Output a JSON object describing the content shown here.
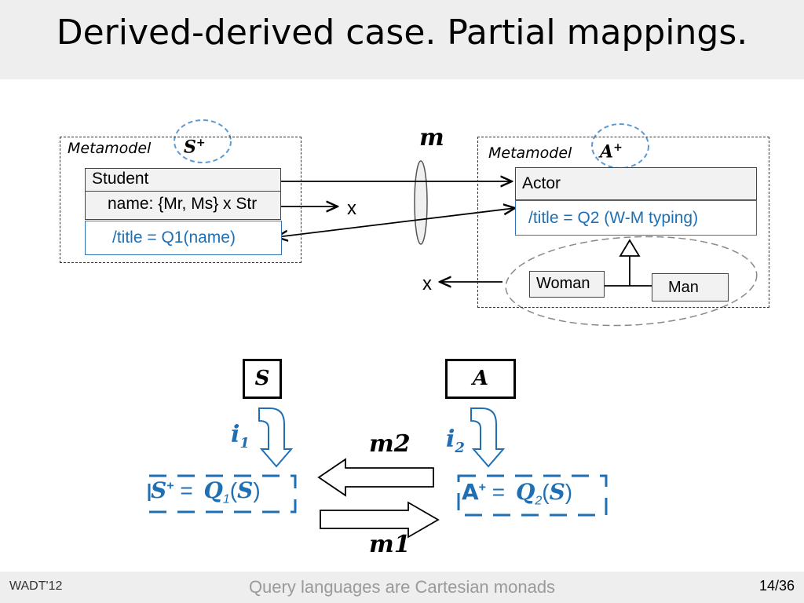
{
  "title": "Derived-derived case. Partial mappings.",
  "left_box": {
    "label": "Metamodel",
    "symbol": "S",
    "sup": "+",
    "class_name": "Student",
    "attribute": "name: {Mr, Ms} x Str",
    "derived": "/title = Q1(name)"
  },
  "right_box": {
    "label": "Metamodel",
    "symbol": "A",
    "sup": "+",
    "class_name": "Actor",
    "derived": "/title = Q2 (W-M typing)",
    "sub1": "Woman",
    "sub2": "Man"
  },
  "mapping_label": "m",
  "x_left": "x",
  "x_right": "x",
  "bottom": {
    "s_box": "S",
    "a_box": "A",
    "i1": "i",
    "i1_sub": "1",
    "i2": "i",
    "i2_sub": "2",
    "m2": "m2",
    "m1": "m1",
    "left_eq_symbol": "S",
    "left_eq_sup": "+",
    "left_eq_eq": " = ",
    "left_eq_q": "Q",
    "left_eq_q_sub": "1",
    "left_eq_arg": "S",
    "right_eq_symbol": "A",
    "right_eq_sup": "+",
    "right_eq_eq": " = ",
    "right_eq_q": "Q",
    "right_eq_q_sub": "2",
    "right_eq_arg": "S"
  },
  "footer": {
    "left": "WADT'12",
    "center": "Query languages are Cartesian monads",
    "page": "14/36"
  },
  "colors": {
    "accent_blue": "#1f6fb5",
    "circle_blue": "#5b9bd5",
    "title_bg": "#eeeeee"
  }
}
